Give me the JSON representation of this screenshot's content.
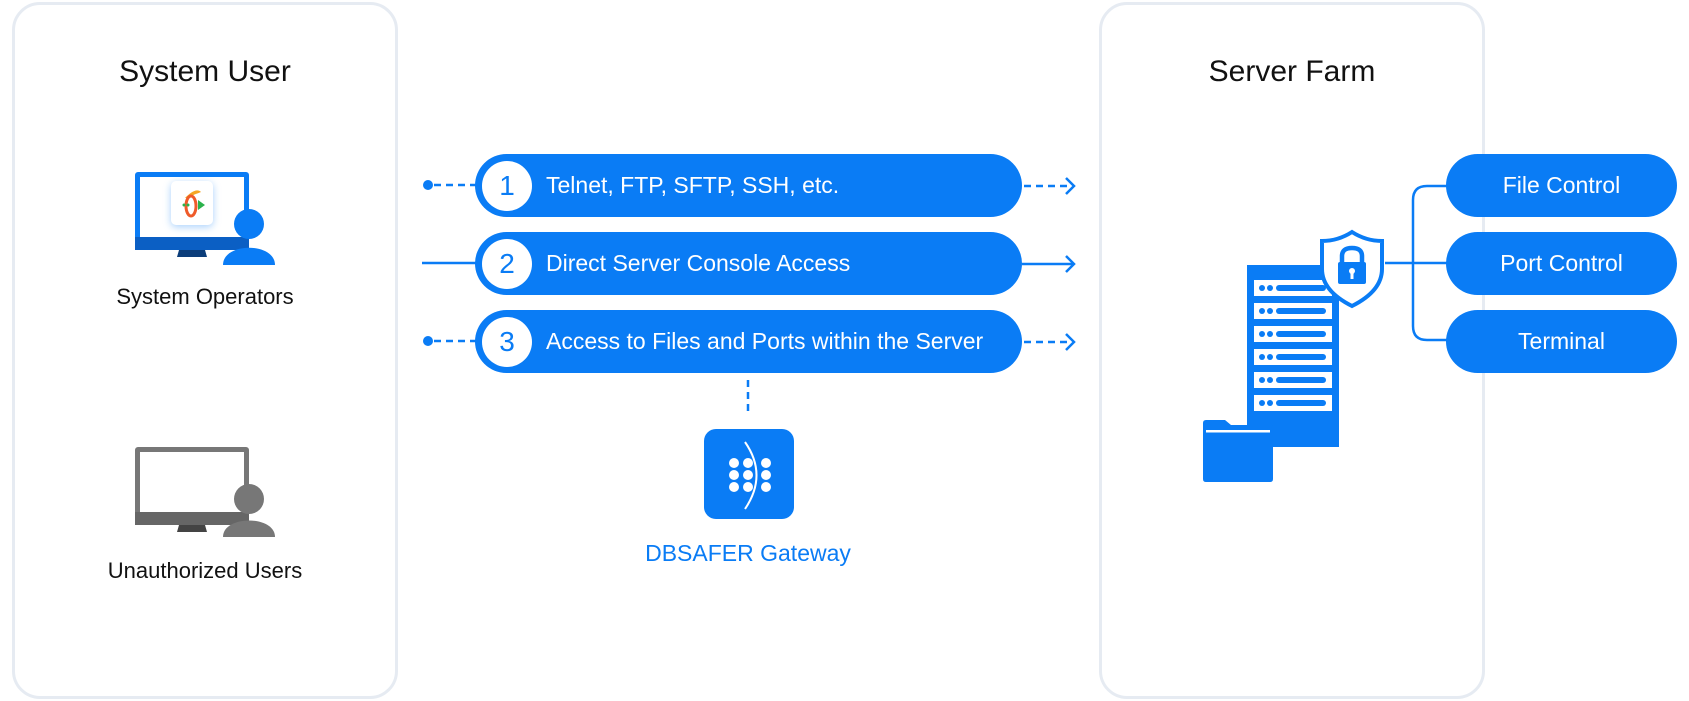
{
  "colors": {
    "accent": "#0a7cf5",
    "panel_border": "#e6ebf2",
    "operator_icon": "#0a7cf5",
    "unauthorized_icon": "#777777",
    "text": "#111111"
  },
  "left_panel": {
    "title": "System User",
    "actors": [
      {
        "label": "System Operators",
        "icon": "operator-monitor-user-icon"
      },
      {
        "label": "Unauthorized Users",
        "icon": "unauthorized-monitor-user-icon"
      }
    ]
  },
  "access_paths": [
    {
      "number": "1",
      "label": "Telnet, FTP, SFTP, SSH, etc.",
      "line_style": "dashed"
    },
    {
      "number": "2",
      "label": "Direct Server Console Access",
      "line_style": "solid"
    },
    {
      "number": "3",
      "label": "Access to Files and Ports within the Server",
      "line_style": "dashed"
    }
  ],
  "gateway": {
    "label": "DBSAFER Gateway",
    "icon": "dbsafer-gateway-icon"
  },
  "right_panel": {
    "title": "Server Farm",
    "icons": [
      "server-rack-icon",
      "shield-lock-icon",
      "folder-icon"
    ],
    "controls": [
      {
        "label": "File Control"
      },
      {
        "label": "Port Control"
      },
      {
        "label": "Terminal"
      }
    ]
  }
}
